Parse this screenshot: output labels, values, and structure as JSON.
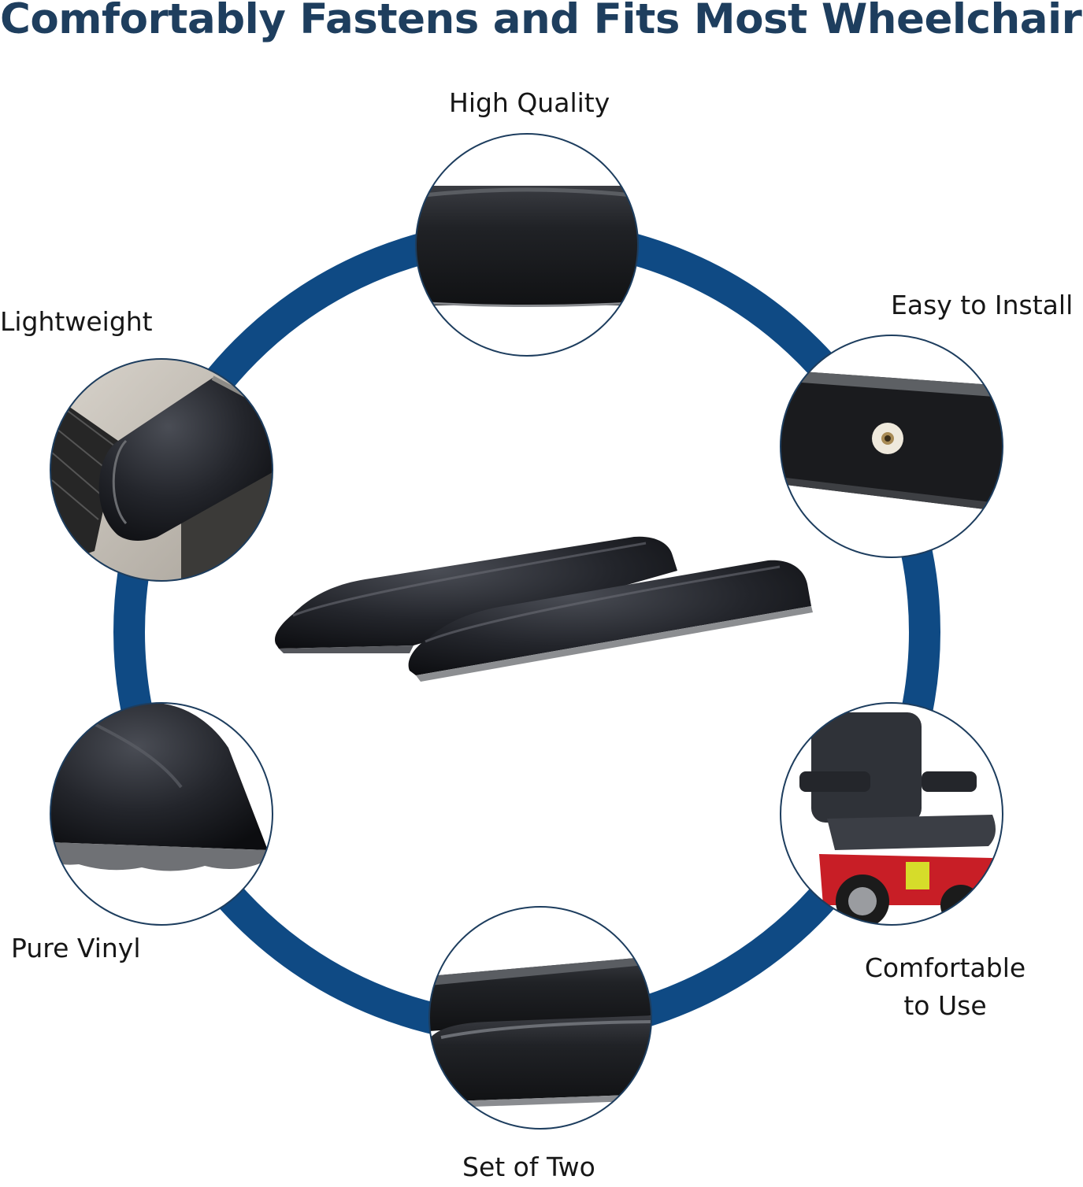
{
  "title": "Comfortably Fastens and Fits Most Wheelchairs",
  "colors": {
    "title": "#1e3e5e",
    "ring": "#0f4a84",
    "text": "#161616",
    "background": "#ffffff"
  },
  "features": [
    {
      "label": "High Quality",
      "icon": "armrest-closeup-icon"
    },
    {
      "label": "Easy to Install",
      "icon": "armrest-screw-hole-icon"
    },
    {
      "label": "Comfortable to Use",
      "label_line1": "Comfortable",
      "label_line2": "to Use",
      "icon": "power-wheelchair-icon"
    },
    {
      "label": "Set of Two",
      "icon": "two-armrests-icon"
    },
    {
      "label": "Pure Vinyl",
      "icon": "vinyl-corner-icon"
    },
    {
      "label": "Lightweight",
      "icon": "armrest-on-chair-icon"
    }
  ]
}
